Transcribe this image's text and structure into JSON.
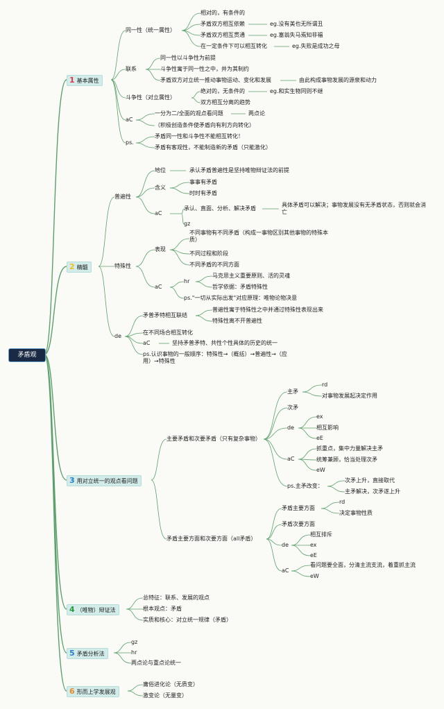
{
  "root": "矛盾观",
  "colors": {
    "line": "#5aa06a",
    "n1": "#e8344a",
    "n2": "#f0c020",
    "n3": "#2a7fc8",
    "n4": "#2a9a3a",
    "n5": "#2a7fc8",
    "n6": "#e88a2a"
  },
  "s1": {
    "num": "1",
    "label": "基本属性",
    "identity": "同一性（统一属性）",
    "id_a": "相对的，有条件的",
    "id_b": "矛盾双方相互依赖",
    "id_b_eg": "eg.没有美也无所谓丑",
    "id_c": "矛盾双方相互贯通",
    "id_c_eg": "eg.塞翁失马焉知非福",
    "id_d": "在一定条件下可以相互转化",
    "id_d_eg": "eg.失败是成功之母",
    "link": "联系",
    "lk_a": "同一性以斗争性为前提",
    "lk_b": "斗争性寓于同一性之中，并为其制约",
    "lk_c": "矛盾双方对立统一推动事物运动、变化和发展",
    "lk_c2": "由此构成事物发展的源泉和动力",
    "struggle": "斗争性（对立属性）",
    "st_a": "绝对的，无条件的",
    "st_a_eg": "eg.和实生物同则不继",
    "st_b": "双方相互分离的趋势",
    "ac": "aC",
    "ac_a": "一分为二/全面的观点看问题",
    "ac_a2": "两点论",
    "ac_b": "（积极创造条件使矛盾向有利方向转化）",
    "ps": "ps.",
    "ps_a": "矛盾同一性和斗争性不能相互转化！",
    "ps_b": "矛盾有客观性，不能制造新的矛盾（只能激化）"
  },
  "s2": {
    "num": "2",
    "label": "精髓",
    "univ": "普遍性",
    "u_pos": "地位",
    "u_pos_t": "承认矛盾普遍性是坚持唯物辩证法的前提",
    "u_mean": "含义",
    "u_m1": "事事有矛盾",
    "u_m2": "时时有矛盾",
    "u_ac": "aC",
    "u_ac_t": "承认、直面、分析、解决矛盾",
    "u_ac_t2": "具体矛盾可以解决；事物发展没有无矛盾状态，否则就会消亡",
    "u_gz": "gz",
    "part": "特殊性",
    "p_show": "表现",
    "p_s1": "不同事物有不同矛盾（构成一事物区别其他事物的特殊本质）",
    "p_s2": "不同过程和阶段",
    "p_s3": "不同矛盾的不同方面",
    "p_ac": "aC",
    "p_hr": "hr",
    "p_hr1": "马克思主义重要原则、活的灵魂",
    "p_hr2": "哲学依据：矛盾特殊性",
    "p_ps": "ps.\"一切从实际出发\"对应原理：唯物论物决意",
    "de": "de",
    "de_a": "矛普矛特相互联结",
    "de_a1": "普遍性寓于特殊性之中并通过特殊性表现出来",
    "de_a2": "特殊性离不开普遍性",
    "de_b": "在不同场合相互转化",
    "de_ac": "aC",
    "de_ac_t": "坚持矛普矛特、共性个性具体的历史的统一",
    "de_ps": "ps.认识事物的一般顺序：特殊性→（概括）→普遍性→（应用）→特殊性"
  },
  "s3": {
    "num": "3",
    "label": "用对立统一的观点看问题",
    "major": "主要矛盾和次要矛盾（只有复杂事物）",
    "m_main": "主矛",
    "m_rd": "rd",
    "m_rd_t": "对事物发展起决定作用",
    "m_minor": "次矛",
    "m_de": "de",
    "m_ex": "ex",
    "m_de1": "相互影响",
    "m_eE": "eE",
    "m_ac": "aC",
    "m_ac1": "抓重点，集中力量解决主矛",
    "m_ac2": "统筹兼顾，恰当处理次矛",
    "m_eW": "eW",
    "m_ps": "ps.主矛改变：",
    "m_ps1": "次矛上升，直接取代",
    "m_ps2": "主矛解决，次矛遂上升",
    "aspect": "矛盾主要方面和次要方面（all矛盾）",
    "a_main": "矛盾主要方面",
    "a_rd": "rd",
    "a_rd_t": "决定事物性质",
    "a_minor": "矛盾次要方面",
    "a_de": "de",
    "a_de1": "相互排斥",
    "a_ex": "ex",
    "a_eE": "eE",
    "a_ac": "aC",
    "a_ac_t": "看问题要全面，分清主流支流，着重抓主流",
    "a_eW": "eW"
  },
  "s4": {
    "num": "4",
    "label": "（唯物）辩证法",
    "a": "总特征：联系、发展的观点",
    "b": "根本观点：矛盾",
    "c": "实质和核心：对立统一规律（矛盾）"
  },
  "s5": {
    "num": "5",
    "label": "矛盾分析法",
    "a": "gz",
    "b": "hr",
    "c": "两点论与重点论统一"
  },
  "s6": {
    "num": "6",
    "label": "形而上学发展观",
    "a": "庸俗进化论（无质变）",
    "b": "激变论（无量变）"
  }
}
